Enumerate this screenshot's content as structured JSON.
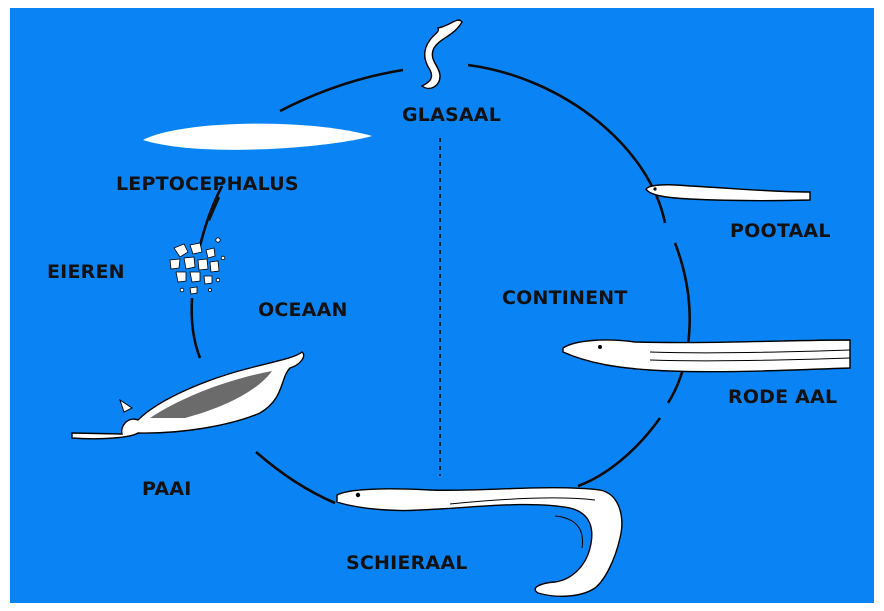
{
  "colors": {
    "background": "#0a84f5",
    "text": "#111111",
    "cycle_line": "#0b0b0b",
    "eel_fill": "#ffffff",
    "eel_outline": "#000000",
    "leptocephalus_fill": "#ffffff"
  },
  "labels": {
    "glasaal": "GLASAAL",
    "leptocephalus": "LEPTOCEPHALUS",
    "eieren": "EIEREN",
    "oceaan": "OCEAAN",
    "paai": "PAAI",
    "schieraal": "SCHIERAAL",
    "continent": "CONTINENT",
    "pootaal": "POOTAAL",
    "rode_aal": "RODE AAL"
  },
  "icons": {
    "glasaal": "glass-eel-icon",
    "leptocephalus": "leptocephalus-larva-icon",
    "eieren": "eggs-cluster-icon",
    "paai": "spawning-eel-icon",
    "schieraal": "silver-eel-icon",
    "pootaal": "elver-icon",
    "rode_aal": "yellow-eel-icon"
  }
}
